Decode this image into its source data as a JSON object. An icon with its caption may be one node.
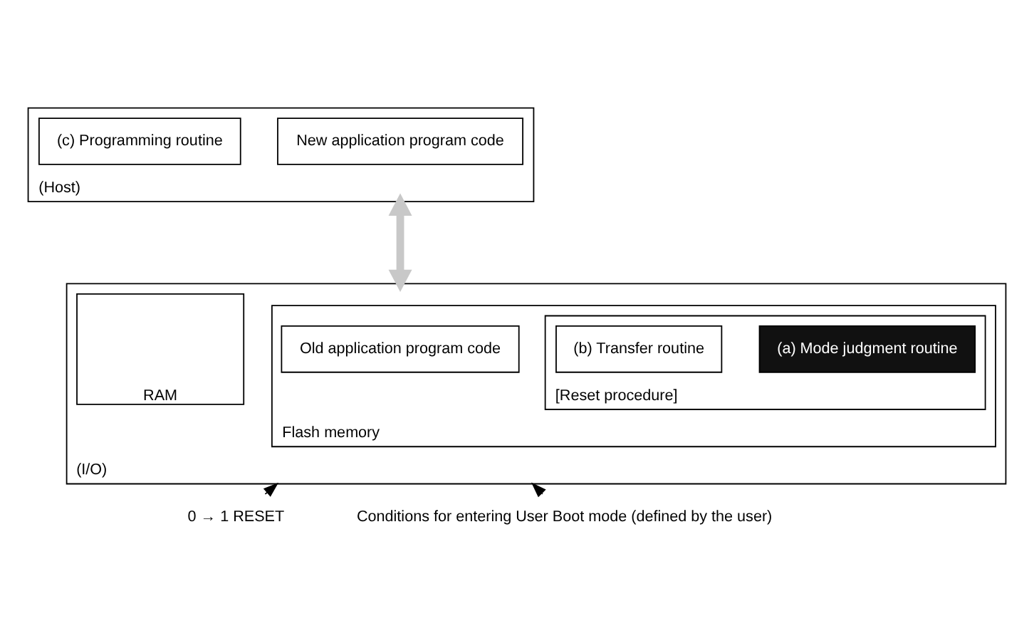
{
  "diagram": {
    "nodes": [
      {
        "text": [],
        "shape": "box",
        "beside": [
          "(Host)"
        ]
      },
      {
        "text": [
          "New application program code"
        ],
        "in": 0
      },
      {
        "text": [
          "(c) Programming routine"
        ],
        "in": 0
      },
      {
        "text": [],
        "shape": "box",
        "beside": [
          "(I/O)"
        ]
      },
      {
        "text": [
          "Flash memory"
        ],
        "in": 3
      },
      {
        "text": [
          "Old application program code"
        ],
        "in": 4
      },
      {
        "text": [
          "[Reset procedure]"
        ],
        "in": 4
      },
      {
        "text": [
          "(a) Mode judgment routine"
        ],
        "in": 6
      },
      {
        "text": [
          "(b) Transfer routine"
        ],
        "in": 6
      },
      {
        "text": [
          "RAM"
        ],
        "in": 3
      },
      {
        "text": [
          "0 → 1 RESET"
        ]
      },
      {
        "text": [
          "Conditions for entering User Boot mode (defined by the user)"
        ]
      }
    ],
    "edges": [
      {
        "from": 3,
        "to": 0,
        "arrow": "both",
        "style": "thick",
        "color": "#c8c8c8"
      },
      {
        "from": 10,
        "to": 3,
        "arrow": "to"
      },
      {
        "from": 11,
        "to": 3,
        "arrow": "to"
      }
    ]
  }
}
